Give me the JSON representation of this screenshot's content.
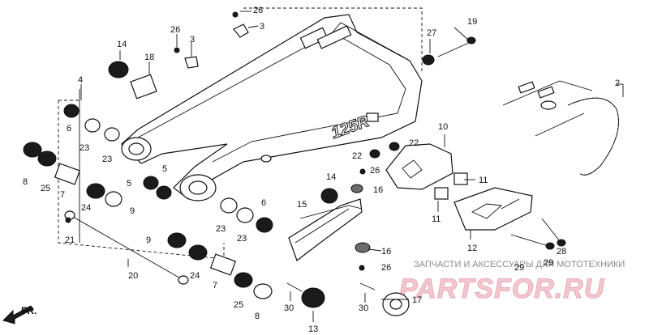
{
  "diagram": {
    "callouts": [
      "26",
      "3",
      "26",
      "3",
      "14",
      "18",
      "4",
      "6",
      "23",
      "23",
      "5",
      "5",
      "8",
      "25",
      "7",
      "24",
      "9",
      "21",
      "9",
      "20",
      "24",
      "7",
      "25",
      "8",
      "23",
      "23",
      "6",
      "15",
      "14",
      "16",
      "10",
      "22",
      "22",
      "26",
      "11",
      "11",
      "19",
      "27",
      "2",
      "12",
      "28",
      "29",
      "29",
      "16",
      "26",
      "30",
      "13",
      "30",
      "17"
    ],
    "frame_emboss": "125R",
    "direction_label": "FR.",
    "watermark_line": "ЗАПЧАСТИ И АКСЕССУАРЫ ДЛЯ МОТОТЕХНИКИ",
    "watermark_logo": "PARTSFOR.RU",
    "colors": {
      "ink": "#111111",
      "watermark": "#f2c8d0"
    }
  }
}
